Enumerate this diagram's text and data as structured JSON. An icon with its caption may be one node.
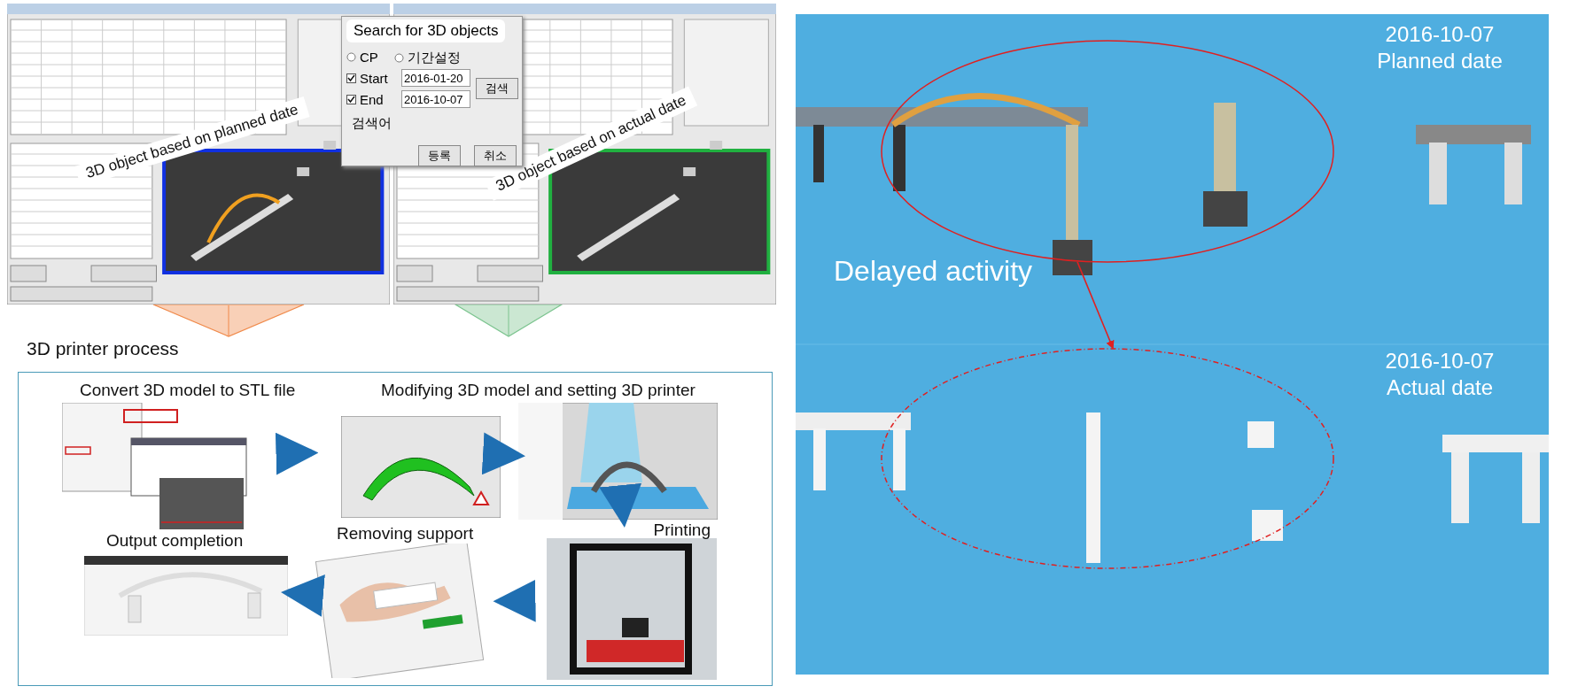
{
  "diagram": {
    "nodes": [
      {
        "text": [],
        "shape": "picture"
      },
      {
        "text": [],
        "shape": "picture"
      },
      {
        "text": [
          "Search for 3D objects",
          "CP",
          "기간설정",
          "Start",
          "2016-01-20",
          "End",
          "2016-10-07",
          "검색",
          "검색어",
          "등록",
          "취소"
        ]
      },
      {
        "text": [
          "3D printer process"
        ]
      },
      {
        "text": [
          "Convert 3D model to STL file"
        ],
        "in": 3
      },
      {
        "text": [
          "Modifying 3D model and setting 3D printer"
        ],
        "in": 3
      },
      {
        "text": [],
        "shape": "picture",
        "in": 3
      },
      {
        "text": [
          "Printing"
        ],
        "in": 3
      },
      {
        "text": [
          "Removing support"
        ],
        "in": 3
      },
      {
        "text": [
          "Output completion"
        ],
        "in": 3
      },
      {
        "text": [],
        "shape": "picture"
      },
      {
        "text": [],
        "shape": "ellipse",
        "in": 10
      },
      {
        "text": [],
        "shape": "ellipse",
        "in": 10
      }
    ],
    "edges": [
      {
        "from": 0,
        "to": 3,
        "arrow": "to",
        "color": "#f08a4b"
      },
      {
        "from": 1,
        "to": 3,
        "arrow": "to",
        "color": "#7cc48f"
      },
      {
        "from": 4,
        "to": 5,
        "arrow": "to"
      },
      {
        "from": 5,
        "to": 6,
        "arrow": "to"
      },
      {
        "from": 6,
        "to": 7,
        "arrow": "to"
      },
      {
        "from": 7,
        "to": 8,
        "arrow": "to"
      },
      {
        "from": 8,
        "to": 9,
        "arrow": "to"
      },
      {
        "from": 11,
        "to": 12,
        "arrow": "to",
        "label": "Delayed activity",
        "color": "#e02020"
      }
    ],
    "labels": [
      "3D object based on planned date",
      "3D object based on actual date",
      "2016-10-07 Planned date",
      "2016-10-07 Actual date"
    ]
  }
}
